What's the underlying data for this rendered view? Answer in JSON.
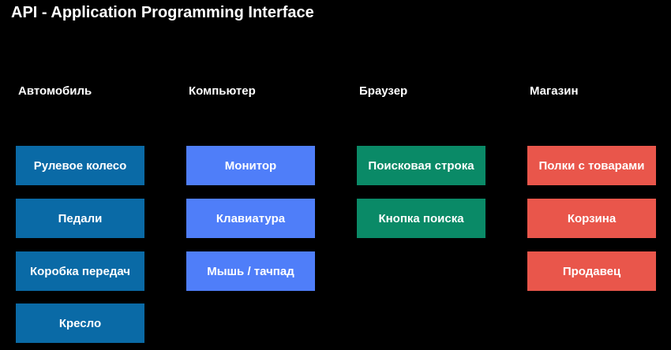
{
  "title": "API - Application Programming Interface",
  "colors": {
    "background": "#000000",
    "car": "#0a6aa6",
    "computer": "#4f7ef9",
    "browser": "#0a8a67",
    "shop": "#e9564b"
  },
  "columns": [
    {
      "heading": "Автомобиль",
      "color": "#0a6aa6",
      "items": [
        "Рулевое колесо",
        "Педали",
        "Коробка передач",
        "Кресло"
      ]
    },
    {
      "heading": "Компьютер",
      "color": "#4f7ef9",
      "items": [
        "Монитор",
        "Клавиатура",
        "Мышь / тачпад"
      ]
    },
    {
      "heading": "Браузер",
      "color": "#0a8a67",
      "items": [
        "Поисковая строка",
        "Кнопка поиска"
      ]
    },
    {
      "heading": "Магазин",
      "color": "#e9564b",
      "items": [
        "Полки с товарами",
        "Корзина",
        "Продавец"
      ]
    }
  ]
}
